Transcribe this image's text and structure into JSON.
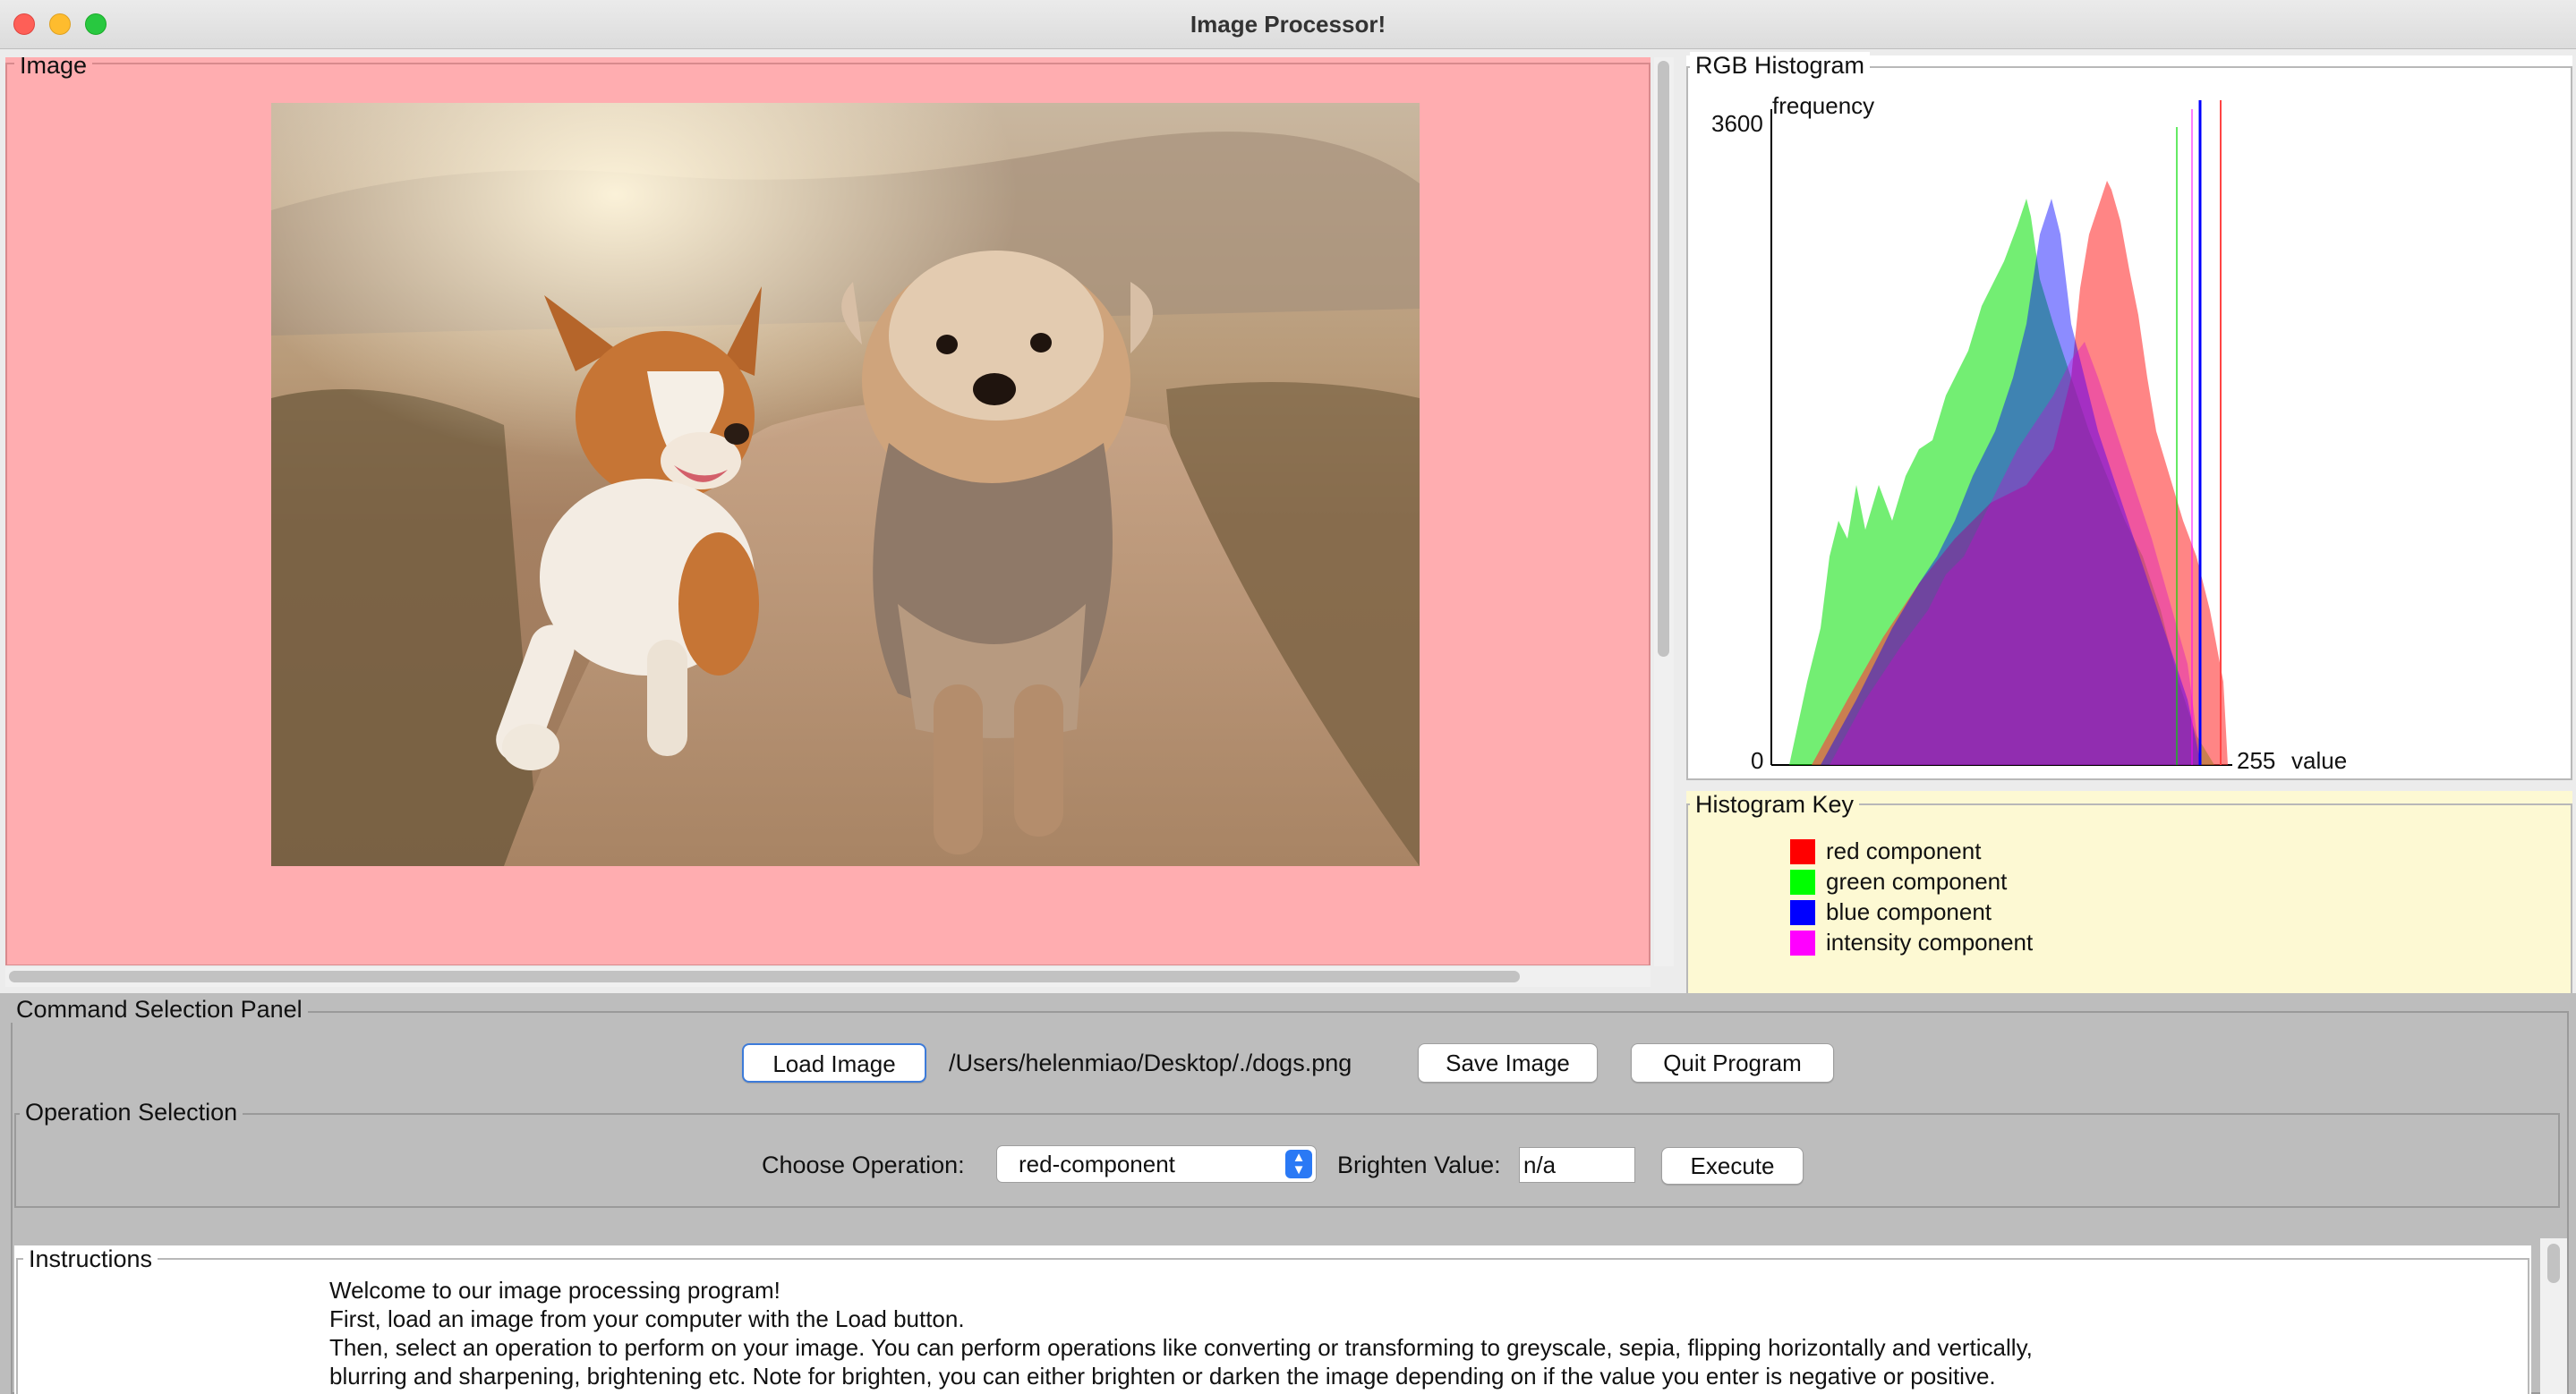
{
  "window": {
    "title": "Image Processor!",
    "traffic_lights": {
      "close": "#fe5f57",
      "minimize": "#febc2e",
      "zoom": "#28c840"
    }
  },
  "image_panel": {
    "label": "Image",
    "background": "#ffadb0",
    "photo_alt": "Two dogs (corgi and yorkshire terrier) running on a dirt path at sunset"
  },
  "histogram": {
    "title": "RGB Histogram",
    "y_label": "frequency",
    "y_max_label": "3600",
    "y_min_label": "0",
    "x_max_label": "255",
    "x_label": "value",
    "chart_data": {
      "type": "area",
      "x_range": [
        0,
        255
      ],
      "y_range": [
        0,
        3600
      ],
      "series": [
        {
          "name": "red component",
          "color": "#ff0000"
        },
        {
          "name": "green component",
          "color": "#00ff00"
        },
        {
          "name": "blue component",
          "color": "#0000ff"
        },
        {
          "name": "intensity component",
          "color": "#ff00ff"
        }
      ]
    }
  },
  "histogram_key": {
    "title": "Histogram Key",
    "items": [
      {
        "label": "red component",
        "color": "#ff0000"
      },
      {
        "label": "green component",
        "color": "#00ff00"
      },
      {
        "label": "blue component",
        "color": "#0000ff"
      },
      {
        "label": "intensity component",
        "color": "#ff00ff"
      }
    ]
  },
  "command_panel": {
    "title": "Command Selection Panel",
    "load_button": "Load Image",
    "file_path": "/Users/helenmiao/Desktop/./dogs.png",
    "save_button": "Save Image",
    "quit_button": "Quit Program"
  },
  "operation_panel": {
    "title": "Operation Selection",
    "choose_label": "Choose Operation:",
    "selected_operation": "red-component",
    "brighten_label": "Brighten Value:",
    "brighten_value": "n/a",
    "execute_button": "Execute"
  },
  "instructions": {
    "title": "Instructions",
    "lines": [
      "Welcome to our image processing program!",
      "First, load an image from your computer with the Load button.",
      "Then, select an operation to perform on your image. You can perform operations like converting or transforming to greyscale, sepia, flipping horizontally and vertically,",
      "blurring and sharpening, brightening etc. Note for brighten, you can either brighten or darken the image depending on if the value you enter is negative or positive."
    ]
  }
}
